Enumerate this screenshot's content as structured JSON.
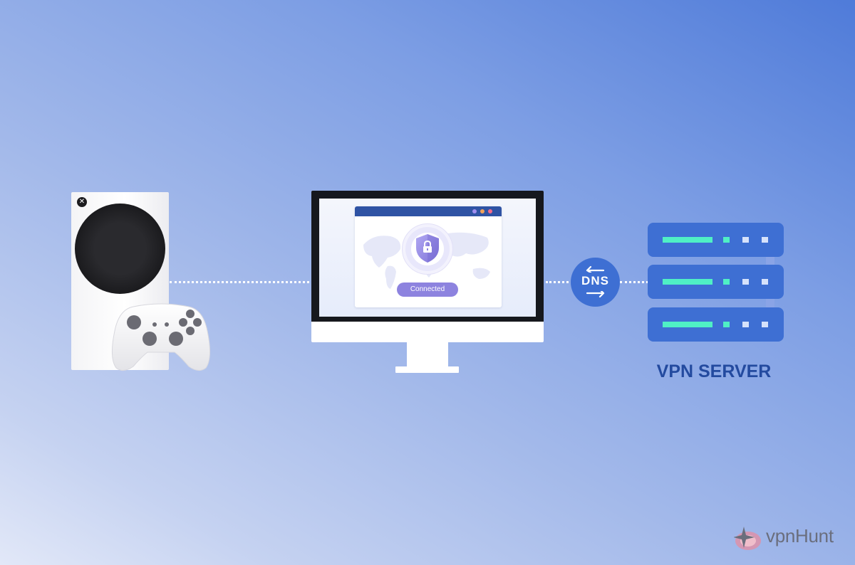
{
  "app_window": {
    "status_label": "Connected",
    "window_dots": [
      "#a08ef0",
      "#f0a25a",
      "#f46a8a"
    ]
  },
  "dns": {
    "label": "DNS"
  },
  "server": {
    "label": "VPN SERVER"
  },
  "brand": {
    "name": "vpnHunt"
  },
  "colors": {
    "accent_blue": "#3e6fd3",
    "server_light": "#4ff0c5",
    "label_dark_blue": "#234a9f",
    "status_purple": "#8d83df"
  },
  "icons": [
    "xbox-logo-icon",
    "game-controller-icon",
    "shield-lock-icon",
    "world-map-icon",
    "swap-arrows-icon",
    "vpnhunt-logo-icon"
  ]
}
